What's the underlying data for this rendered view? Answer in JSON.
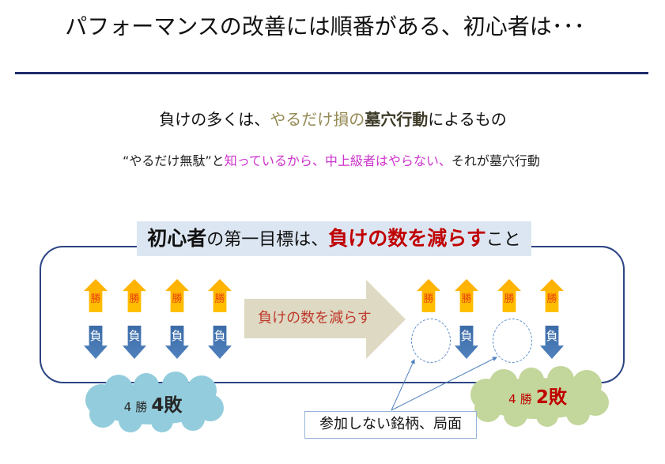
{
  "slide": {
    "title": "パフォーマンスの改善には順番がある、初心者は･･･",
    "statement": {
      "prefix": "負けの多くは、",
      "highlight": "やるだけ損の",
      "emphasis": "墓穴行動",
      "suffix": "によるもの"
    },
    "explanation": {
      "quote": "“やるだけ無駄”と",
      "highlight": "知っているから、中上級者はやらない、",
      "suffix": "それが墓穴行動"
    },
    "goal_banner": {
      "subject": "初心者",
      "middle": "の第一目標は、",
      "goal": "負けの数を減らす",
      "suffix": "こと"
    },
    "labels": {
      "win": "勝",
      "loss": "負"
    },
    "before": {
      "columns": [
        {
          "top": "win",
          "bottom": "loss"
        },
        {
          "top": "win",
          "bottom": "loss"
        },
        {
          "top": "win",
          "bottom": "loss"
        },
        {
          "top": "win",
          "bottom": "loss"
        }
      ],
      "result": {
        "wins": "4",
        "wins_unit": "勝",
        "losses": "4",
        "losses_unit": "敗"
      }
    },
    "transition_label": "負けの数を減らす",
    "after": {
      "columns": [
        {
          "top": "win",
          "bottom": "skipped"
        },
        {
          "top": "win",
          "bottom": "loss"
        },
        {
          "top": "win",
          "bottom": "skipped"
        },
        {
          "top": "win",
          "bottom": "loss"
        }
      ],
      "result": {
        "wins": "4",
        "wins_unit": "勝",
        "losses": "2",
        "losses_unit": "敗"
      }
    },
    "callout": "参加しない銘柄、局面"
  },
  "colors": {
    "navy": "#1F2D6B",
    "box": "#2B4483",
    "olive": "#948A54",
    "magenta": "#CC33CC",
    "red": "#C00000",
    "win": "#FFC000",
    "loss": "#4F81BD",
    "banner": "#DCE6F2",
    "bigarrow": "#DDD9C3",
    "cloud1": "#93CDDD",
    "cloud2": "#C3D69B",
    "callout": "#95B3D7"
  }
}
